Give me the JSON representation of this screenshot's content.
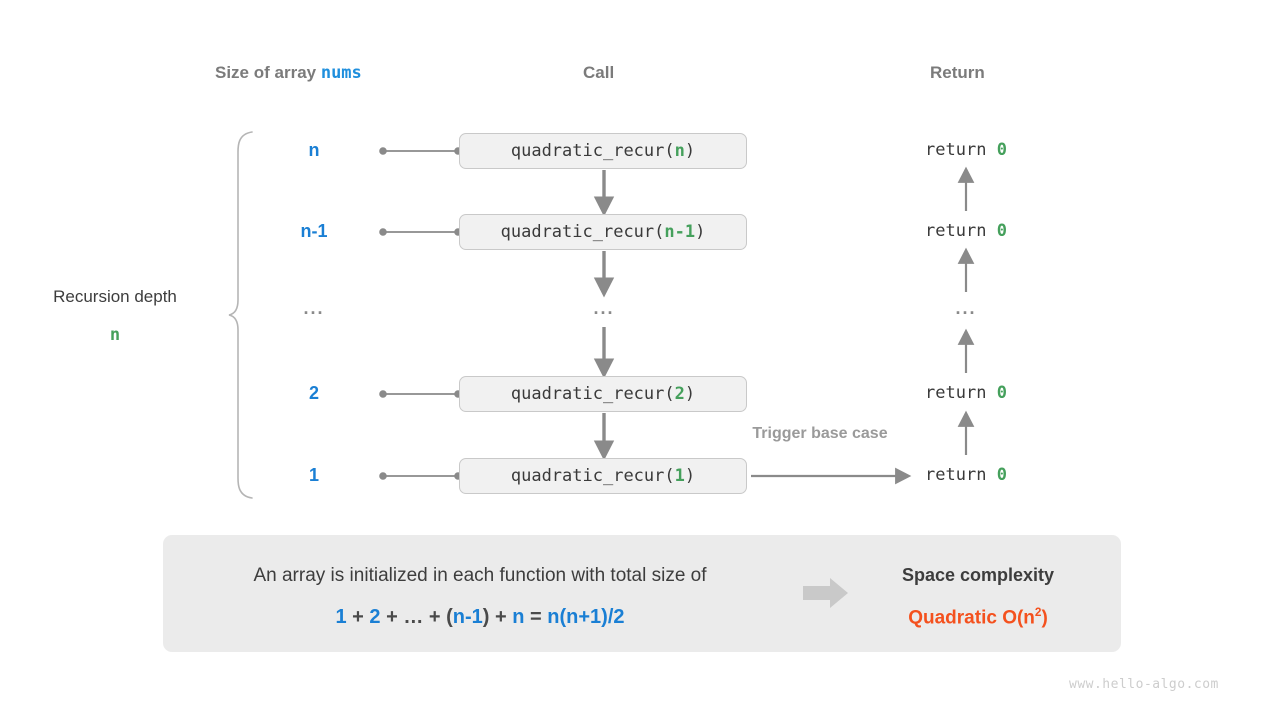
{
  "headers": {
    "size": "Size of array ",
    "size_mono": "nums",
    "call": "Call",
    "ret": "Return"
  },
  "depth": {
    "title": "Recursion depth",
    "value": "n"
  },
  "rows": [
    {
      "size": "n",
      "call_prefix": "quadratic_recur(",
      "call_arg": "n",
      "call_suffix": ")",
      "ret_kw": "return ",
      "ret_val": "0"
    },
    {
      "size": "n-1",
      "call_prefix": "quadratic_recur(",
      "call_arg": "n-1",
      "call_suffix": ")",
      "ret_kw": "return ",
      "ret_val": "0"
    },
    {
      "size": "...",
      "call_prefix": "...",
      "call_arg": "",
      "call_suffix": "",
      "ret_kw": "...",
      "ret_val": ""
    },
    {
      "size": "2",
      "call_prefix": "quadratic_recur(",
      "call_arg": "2",
      "call_suffix": ")",
      "ret_kw": "return ",
      "ret_val": "0"
    },
    {
      "size": "1",
      "call_prefix": "quadratic_recur(",
      "call_arg": "1",
      "call_suffix": ")",
      "ret_kw": "return ",
      "ret_val": "0"
    }
  ],
  "trigger_label": "Trigger base case",
  "summary": {
    "text": "An array is initialized in each function with total size of",
    "formula_parts": [
      {
        "t": "1",
        "c": "b"
      },
      {
        "t": " + ",
        "c": "g"
      },
      {
        "t": "2",
        "c": "b"
      },
      {
        "t": " + ",
        "c": "g"
      },
      {
        "t": "…",
        "c": "g"
      },
      {
        "t": " + ",
        "c": "g"
      },
      {
        "t": "(",
        "c": "g"
      },
      {
        "t": "n-1",
        "c": "b"
      },
      {
        "t": ")",
        "c": "g"
      },
      {
        "t": " + ",
        "c": "g"
      },
      {
        "t": "n",
        "c": "b"
      },
      {
        "t": " = ",
        "c": "g"
      },
      {
        "t": "n(n+1)/2",
        "c": "b"
      }
    ],
    "complexity_title": "Space complexity",
    "complexity_value": "Quadratic  O(n",
    "complexity_exp": "2",
    "complexity_tail": ")"
  },
  "watermark": "www.hello-algo.com",
  "colors": {
    "blue": "#1a7fd4",
    "green": "#45a05c",
    "orange": "#f4511e",
    "gray_line": "#8a8a8a",
    "box_fill": "#f1f1f1",
    "panel_fill": "#ebebeb"
  }
}
